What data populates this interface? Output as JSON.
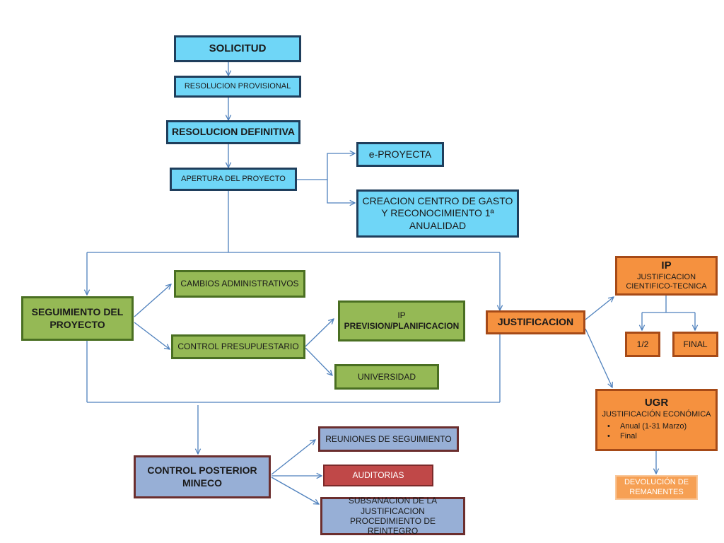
{
  "nodes": {
    "solicitud": "SOLICITUD",
    "resolucion_provisional": "RESOLUCION PROVISIONAL",
    "resolucion_definitiva": "RESOLUCION DEFINITIVA",
    "apertura": "APERTURA DEL PROYECTO",
    "e_proyecta": "e-PROYECTA",
    "creacion_centro": "CREACION CENTRO DE GASTO Y RECONOCIMIENTO 1ª ANUALIDAD",
    "seguimiento": "SEGUIMIENTO DEL PROYECTO",
    "cambios_admin": "CAMBIOS ADMINISTRATIVOS",
    "control_presupuestario": "CONTROL PRESUPUESTARIO",
    "ip_prevision": {
      "line1": "IP",
      "line2": "PREVISION/PLANIFICACION"
    },
    "universidad": "UNIVERSIDAD",
    "justificacion": "JUSTIFICACION",
    "ip_justificacion": {
      "title": "IP",
      "subtitle": "JUSTIFICACION CIENTIFICO-TECNICA"
    },
    "half": "1/2",
    "final": "FINAL",
    "ugr": {
      "title": "UGR",
      "subtitle": "JUSTIFICACIÓN ECONÓMICA",
      "bullets": [
        "Anual (1-31 Marzo)",
        "Final"
      ]
    },
    "devolucion": "DEVOLUCIÓN DE REMANENTES",
    "control_posterior": "CONTROL POSTERIOR MINECO",
    "reuniones": "REUNIONES DE SEGUIMIENTO",
    "auditorias": "AUDITORIAS",
    "subsanacion": "SUBSANACION DE LA JUSTIFICACION PROCEDIMIENTO DE REINTEGRO"
  },
  "colors": {
    "blue_fill": "#6fd6f7",
    "green_fill": "#95b955",
    "purple_fill": "#97afd6",
    "red_fill": "#c04848",
    "orange_fill": "#f5913f",
    "connector": "#4f81bd"
  }
}
